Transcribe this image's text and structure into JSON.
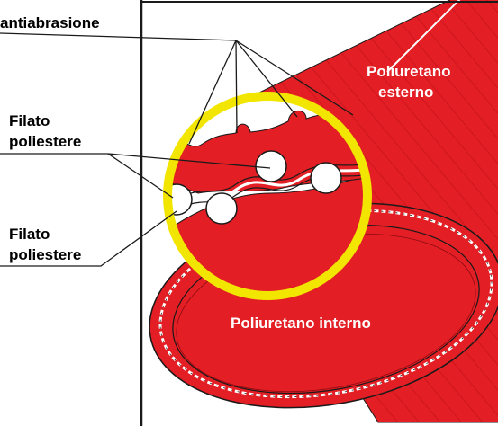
{
  "labels": {
    "antiabrasione": "antiabrasione",
    "filato_1_line1": "Filato",
    "filato_1_line2": "poliestere",
    "filato_2_line1": "Filato",
    "filato_2_line2": "poliestere",
    "poliuretano_esterno_line1": "Poliuretano",
    "poliuretano_esterno_line2": "esterno",
    "poliuretano_interno": "Poliuretano interno"
  },
  "colors": {
    "red": "#e31e24",
    "dark_red": "#b5121b",
    "highlight_ring": "#f2e500",
    "outline": "#1a1a1a",
    "frame": "#1a1a1a",
    "white": "#ffffff"
  }
}
